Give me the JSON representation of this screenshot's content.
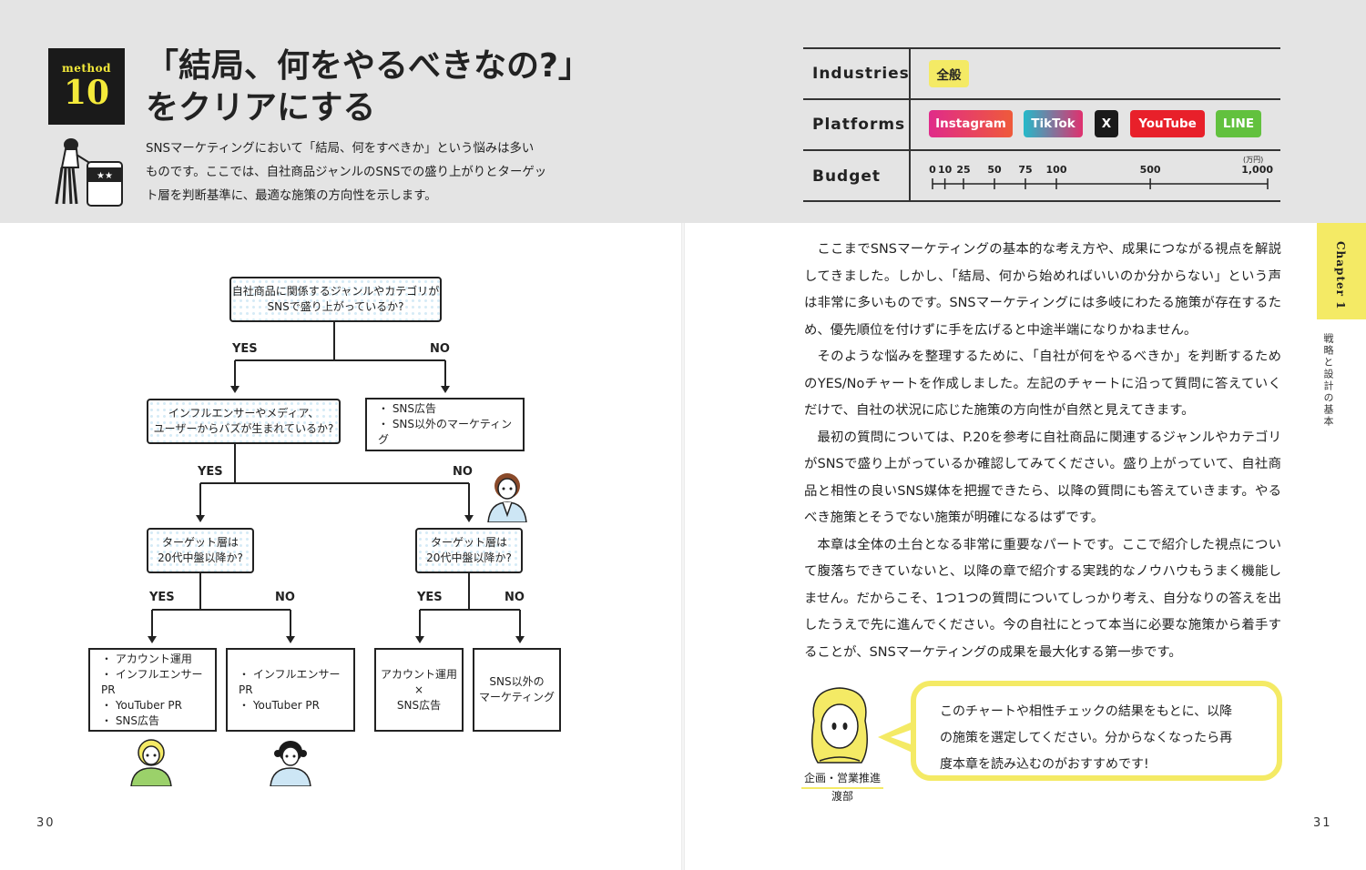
{
  "left_page": {
    "badge": {
      "word": "method",
      "number": "10"
    },
    "title": [
      "「結局、何をやるべきなの?」",
      "をクリアにする"
    ],
    "lead": [
      "SNSマーケティングにおいて「結局、何をすべきか」という悩みは多い",
      "ものです。ここでは、自社商品ジャンルのSNSでの盛り上がりとターゲッ",
      "ト層を判断基準に、最適な施策の方向性を示します。"
    ],
    "page_number": "30"
  },
  "flowchart": {
    "q1": [
      "自社商品に関係するジャンルやカテゴリが",
      "SNSで盛り上がっているか?"
    ],
    "q2": [
      "インフルエンサーやメディア、",
      "ユーザーからバズが生まれているか?"
    ],
    "q3": [
      "ターゲット層は",
      "20代中盤以降か?"
    ],
    "q4": [
      "ターゲット層は",
      "20代中盤以降か?"
    ],
    "a_no1": [
      "・ SNS広告",
      "・ SNS以外のマーケティング"
    ],
    "a1": [
      "・ アカウント運用",
      "・ インフルエンサーPR",
      "・ YouTuber PR",
      "・ SNS広告"
    ],
    "a2": [
      "・ インフルエンサーPR",
      "・ YouTuber PR"
    ],
    "a3": [
      "アカウント運用",
      "×",
      "SNS広告"
    ],
    "a4": [
      "SNS以外の",
      "マーケティング"
    ],
    "yes": "YES",
    "no": "NO"
  },
  "right_page": {
    "table": {
      "industries_label": "Industries",
      "industries_value": "全般",
      "platforms_label": "Platforms",
      "platforms": [
        {
          "name": "Instagram",
          "color": "#e0306e"
        },
        {
          "name": "TikTok",
          "color": "#25b9c9"
        },
        {
          "name": "X",
          "color": "#1a1a1a"
        },
        {
          "name": "YouTube",
          "color": "#e8202a"
        },
        {
          "name": "LINE",
          "color": "#62c13e"
        }
      ],
      "budget_label": "Budget",
      "budget_unit": "(万円)",
      "budget_ticks": [
        "0",
        "10",
        "25",
        "50",
        "75",
        "100",
        "500",
        "1,000"
      ],
      "budget_values": [
        0,
        10,
        25,
        50,
        75,
        100,
        500,
        1000
      ]
    },
    "body": [
      "ここまでSNSマーケティングの基本的な考え方や、成果につながる視点を解説してきました。しかし、「結局、何から始めればいいのか分からない」という声は非常に多いものです。SNSマーケティングには多岐にわたる施策が存在するため、優先順位を付けずに手を広げると中途半端になりかねません。",
      "そのような悩みを整理するために、「自社が何をやるべきか」を判断するためのYES/Noチャートを作成しました。左記のチャートに沿って質問に答えていくだけで、自社の状況に応じた施策の方向性が自然と見えてきます。",
      "最初の質問については、P.20を参考に自社商品に関連するジャンルやカテゴリがSNSで盛り上がっているか確認してみてください。盛り上がっていて、自社商品と相性の良いSNS媒体を把握できたら、以降の質問にも答えていきます。やるべき施策とそうでない施策が明確になるはずです。",
      "本章は全体の土台となる非常に重要なパートです。ここで紹介した視点について腹落ちできていないと、以降の章で紹介する実践的なノウハウもうまく機能しません。だからこそ、1つ1つの質問についてしっかり考え、自分なりの答えを出したうえで先に進んでください。今の自社にとって本当に必要な施策から着手することが、SNSマーケティングの成果を最大化する第一歩です。"
    ],
    "chapter_tab": "Chapter 1",
    "chapter_subtitle": "戦略と設計の基本",
    "bubble": [
      "このチャートや相性チェックの結果をもとに、以降",
      "の施策を選定してください。分からなくなったら再",
      "度本章を読み込むのがおすすめです!"
    ],
    "speaker_role": "企画・営業推進",
    "speaker_name": "渡部",
    "page_number": "31"
  },
  "colors": {
    "accent_yellow": "#f4ea65",
    "band_gray": "#e4e4e4",
    "dot_blue": "#d6ebf6",
    "badge_yellow": "#f4ea3a"
  }
}
